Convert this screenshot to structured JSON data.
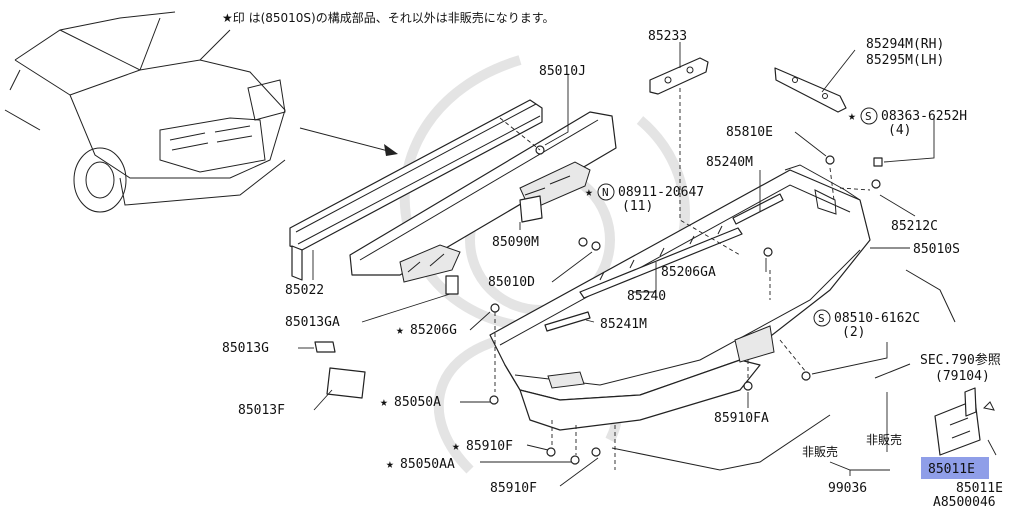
{
  "note": "★印 は(85010S)の構成部品、それ以外は非販売になります。",
  "labels": {
    "p85233": "85233",
    "p85010J": "85010J",
    "p85294M": "85294M(RH)",
    "p85295M": "85295M(LH)",
    "p08363": "08363-6252H",
    "p08363qty": "(4)",
    "p85810E": "85810E",
    "p85240M": "85240M",
    "p08911": "08911-20647",
    "p08911qty": "(11)",
    "p85090M": "85090M",
    "p85212C": "85212C",
    "p85010S": "85010S",
    "p85022": "85022",
    "p85010D": "85010D",
    "p85206GA": "85206GA",
    "p85240": "85240",
    "p85013GA": "85013GA",
    "p85206G": "85206G",
    "p85241M": "85241M",
    "p08510": "08510-6162C",
    "p08510qty": "(2)",
    "p85013G": "85013G",
    "pSEC790": "SEC.790参照",
    "p79104": "(79104)",
    "p85013F": "85013F",
    "p85050A": "85050A",
    "p85910FA": "85910FA",
    "p85910Fa": "85910F",
    "p85050AA": "85050AA",
    "p85910Fb": "85910F",
    "p85011Ehl": "85011E",
    "p85011E": "85011E",
    "p99036": "99036",
    "notForSale1": "非販売",
    "notForSale2": "非販売",
    "docId": "A8500046"
  },
  "symbols": {
    "star": "★",
    "S": "S",
    "N": "N"
  },
  "colors": {
    "highlight": "#8f9ee8",
    "ink": "#222222",
    "watermark": "#e4e4e4"
  }
}
